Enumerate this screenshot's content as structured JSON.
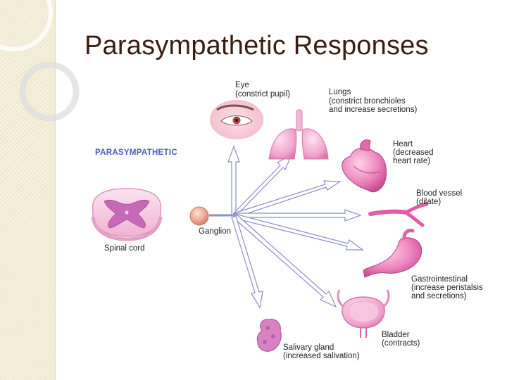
{
  "slide": {
    "title": "Parasympathetic Responses"
  },
  "diagram": {
    "system_label": "PARASYMPATHETIC",
    "spinal_cord_label": "Spinal cord",
    "ganglion_label": "Ganglion",
    "targets": [
      {
        "key": "eye",
        "name": "Eye",
        "effect": "(constrict pupil)"
      },
      {
        "key": "lungs",
        "name": "Lungs",
        "effect_line1": "(constrict bronchioles",
        "effect_line2": "and increase secretions)"
      },
      {
        "key": "heart",
        "name": "Heart",
        "effect_line1": "(decreased",
        "effect_line2": "heart rate)"
      },
      {
        "key": "blood_vessel",
        "name": "Blood vessel",
        "effect": "(dilate)"
      },
      {
        "key": "gastrointestinal",
        "name": "Gastrointestinal",
        "effect_line1": "(increase peristalsis",
        "effect_line2": "and secretions)"
      },
      {
        "key": "bladder",
        "name": "Bladder",
        "effect": "(contracts)"
      },
      {
        "key": "salivary_gland",
        "name": "Salivary gland",
        "effect": "(increased salivation)"
      }
    ]
  },
  "colors": {
    "title": "#3a1d12",
    "system_label": "#4a5cc4",
    "organ_pink": "#e86fb0",
    "arrow_fill": "#ffffff",
    "arrow_stroke": "#8a8fc8"
  }
}
